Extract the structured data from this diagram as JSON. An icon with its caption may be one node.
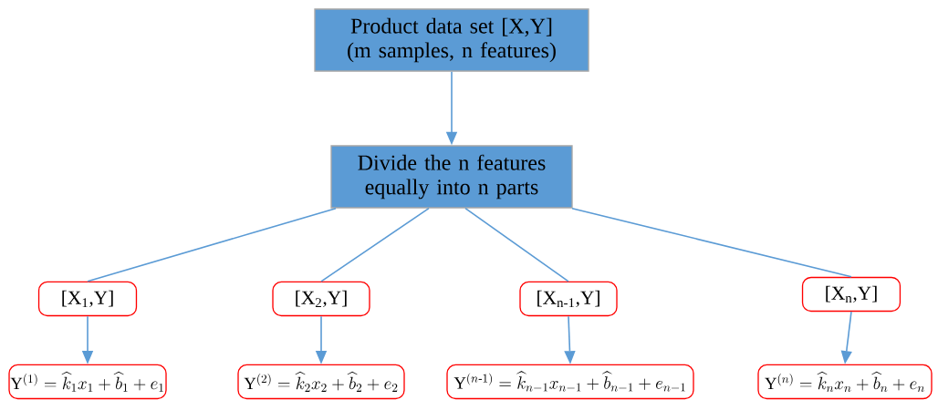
{
  "diagram": {
    "nodes": [
      {
        "text": [
          "Product data set [X,Y] (m samples, n features)"
        ]
      },
      {
        "text": [
          "Divide the n features equally into n parts"
        ]
      },
      {
        "text": [
          "[X$_{1}$,Y]"
        ]
      },
      {
        "text": [
          "[X$_{2}$,Y]"
        ]
      },
      {
        "text": [
          "[X$_{n-1}$,Y]"
        ]
      },
      {
        "text": [
          "[X$_{n}$,Y]"
        ]
      },
      {
        "text": [
          "\\mathrm{Y}^{(1)}=\\widehat{k}_{1}x_{1}+\\widehat{b}_{1}+e_{1}"
        ]
      },
      {
        "text": [
          "\\mathrm{Y}^{(2)}=\\widehat{k}_{2}x_{2}+\\widehat{b}_{2}+e_{2}"
        ]
      },
      {
        "text": [
          "\\mathrm{Y}^{(n\\text{-}1)}=\\widehat{k}_{n-1}x_{n-1}+\\widehat{b}_{n-1}+e_{n-1}"
        ]
      },
      {
        "text": [
          "\\mathrm{Y}^{(n)}=\\widehat{k}_{n}x_{n}+\\widehat{b}_{n}+e_{n}"
        ]
      }
    ],
    "edges": [
      {
        "from": 0,
        "to": 1,
        "arrow": "to"
      },
      {
        "from": 1,
        "to": 2,
        "arrow": "none"
      },
      {
        "from": 1,
        "to": 3,
        "arrow": "none"
      },
      {
        "from": 1,
        "to": 4,
        "arrow": "none"
      },
      {
        "from": 1,
        "to": 5,
        "arrow": "none"
      },
      {
        "from": 2,
        "to": 6,
        "arrow": "to"
      },
      {
        "from": 3,
        "to": 7,
        "arrow": "to"
      },
      {
        "from": 4,
        "to": 8,
        "arrow": "to"
      },
      {
        "from": 5,
        "to": 9,
        "arrow": "to"
      }
    ]
  }
}
